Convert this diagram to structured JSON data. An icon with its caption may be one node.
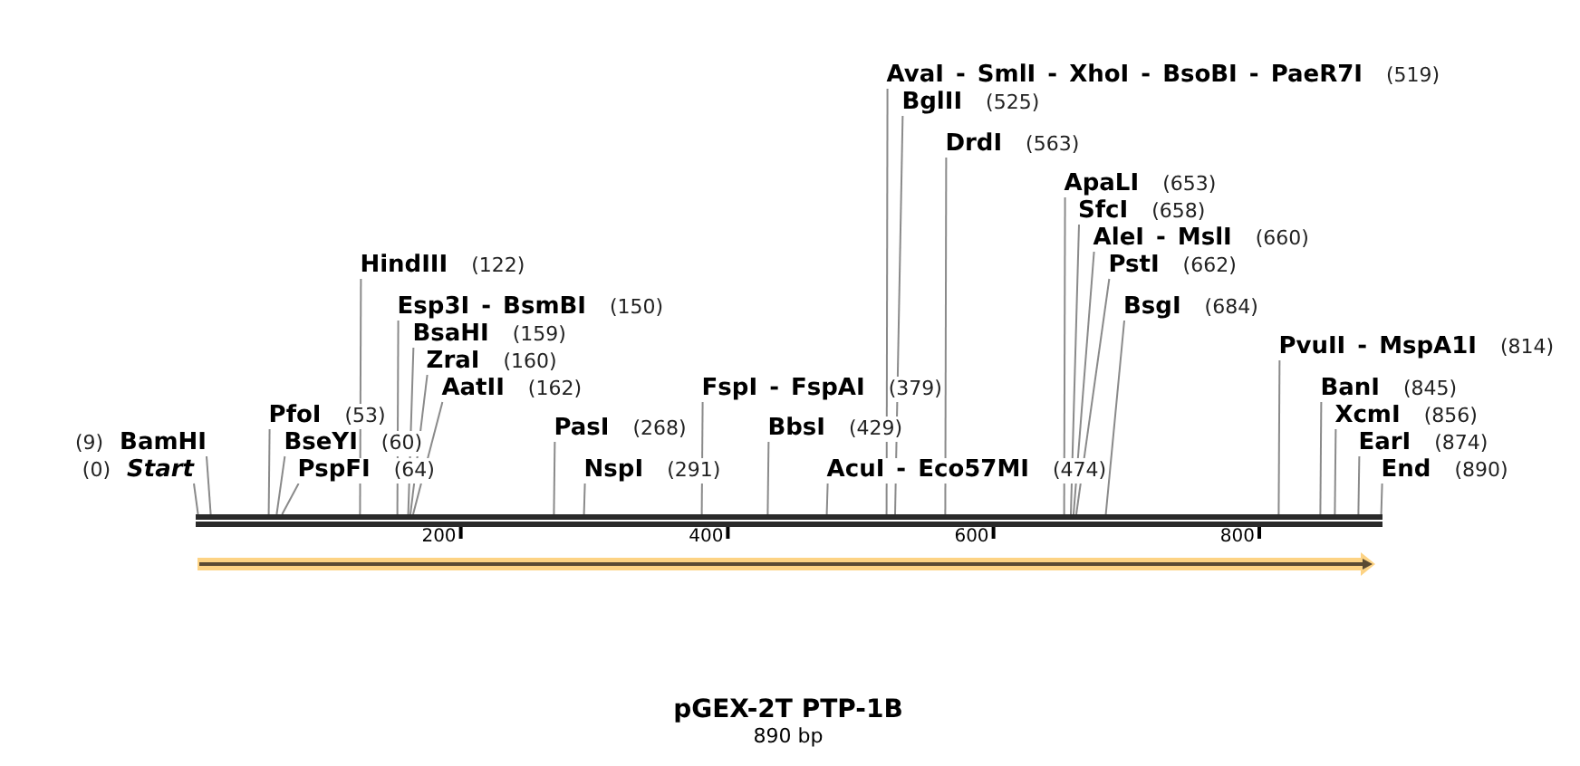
{
  "diagram": {
    "title": "pGEX-2T PTP-1B",
    "nodes": [
      {
        "text": [
          "(0)",
          "Start"
        ]
      },
      {
        "text": [
          "(9)",
          "BamHI"
        ]
      },
      {
        "text": [
          "PfoI",
          "(53)"
        ]
      },
      {
        "text": [
          "BseYI",
          "(60)"
        ]
      },
      {
        "text": [
          "PspFI",
          "(64)"
        ]
      },
      {
        "text": [
          "HindIII",
          "(122)"
        ]
      },
      {
        "text": [
          "Esp3I - BsmBI",
          "(150)"
        ]
      },
      {
        "text": [
          "BsaHI",
          "(159)"
        ]
      },
      {
        "text": [
          "ZraI",
          "(160)"
        ]
      },
      {
        "text": [
          "AatII",
          "(162)"
        ]
      },
      {
        "text": [
          "PasI",
          "(268)"
        ]
      },
      {
        "text": [
          "NspI",
          "(291)"
        ]
      },
      {
        "text": [
          "FspI - FspAI",
          "(379)"
        ]
      },
      {
        "text": [
          "BbsI",
          "(429)"
        ]
      },
      {
        "text": [
          "AcuI - Eco57MI",
          "(474)"
        ]
      },
      {
        "text": [
          "AvaI - SmlI - XhoI - BsoBI - PaeR7I",
          "(519)"
        ]
      },
      {
        "text": [
          "BglII",
          "(525)"
        ]
      },
      {
        "text": [
          "DrdI",
          "(563)"
        ]
      },
      {
        "text": [
          "ApaLI",
          "(653)"
        ]
      },
      {
        "text": [
          "SfcI",
          "(658)"
        ]
      },
      {
        "text": [
          "AleI - MslI",
          "(660)"
        ]
      },
      {
        "text": [
          "PstI",
          "(662)"
        ]
      },
      {
        "text": [
          "BsgI",
          "(684)"
        ]
      },
      {
        "text": [
          "PvuII - MspA1I",
          "(814)"
        ]
      },
      {
        "text": [
          "BanI",
          "(845)"
        ]
      },
      {
        "text": [
          "XcmI",
          "(856)"
        ]
      },
      {
        "text": [
          "EarI",
          "(874)"
        ]
      },
      {
        "text": [
          "End",
          "(890)"
        ]
      },
      {
        "text": [],
        "shape": "bar"
      }
    ],
    "edges": [
      {
        "from": 0,
        "to": 28,
        "arrow": "none"
      },
      {
        "from": 1,
        "to": 28,
        "arrow": "none"
      },
      {
        "from": 2,
        "to": 28,
        "arrow": "none"
      },
      {
        "from": 3,
        "to": 28,
        "arrow": "none"
      },
      {
        "from": 4,
        "to": 28,
        "arrow": "none"
      },
      {
        "from": 5,
        "to": 28,
        "arrow": "none"
      },
      {
        "from": 6,
        "to": 28,
        "arrow": "none"
      },
      {
        "from": 7,
        "to": 28,
        "arrow": "none"
      },
      {
        "from": 8,
        "to": 28,
        "arrow": "none"
      },
      {
        "from": 9,
        "to": 28,
        "arrow": "none"
      },
      {
        "from": 10,
        "to": 28,
        "arrow": "none"
      },
      {
        "from": 11,
        "to": 28,
        "arrow": "none"
      },
      {
        "from": 12,
        "to": 28,
        "arrow": "none"
      },
      {
        "from": 13,
        "to": 28,
        "arrow": "none"
      },
      {
        "from": 14,
        "to": 28,
        "arrow": "none"
      },
      {
        "from": 15,
        "to": 28,
        "arrow": "none"
      },
      {
        "from": 16,
        "to": 28,
        "arrow": "none"
      },
      {
        "from": 17,
        "to": 28,
        "arrow": "none"
      },
      {
        "from": 18,
        "to": 28,
        "arrow": "none"
      },
      {
        "from": 19,
        "to": 28,
        "arrow": "none"
      },
      {
        "from": 20,
        "to": 28,
        "arrow": "none"
      },
      {
        "from": 21,
        "to": 28,
        "arrow": "none"
      },
      {
        "from": 22,
        "to": 28,
        "arrow": "none"
      },
      {
        "from": 23,
        "to": 28,
        "arrow": "none"
      },
      {
        "from": 24,
        "to": 28,
        "arrow": "none"
      },
      {
        "from": 25,
        "to": 28,
        "arrow": "none"
      },
      {
        "from": 26,
        "to": 28,
        "arrow": "none"
      },
      {
        "from": 27,
        "to": 28,
        "arrow": "none"
      }
    ],
    "labels": [
      "200",
      "400",
      "600",
      "800",
      "890 bp"
    ]
  }
}
